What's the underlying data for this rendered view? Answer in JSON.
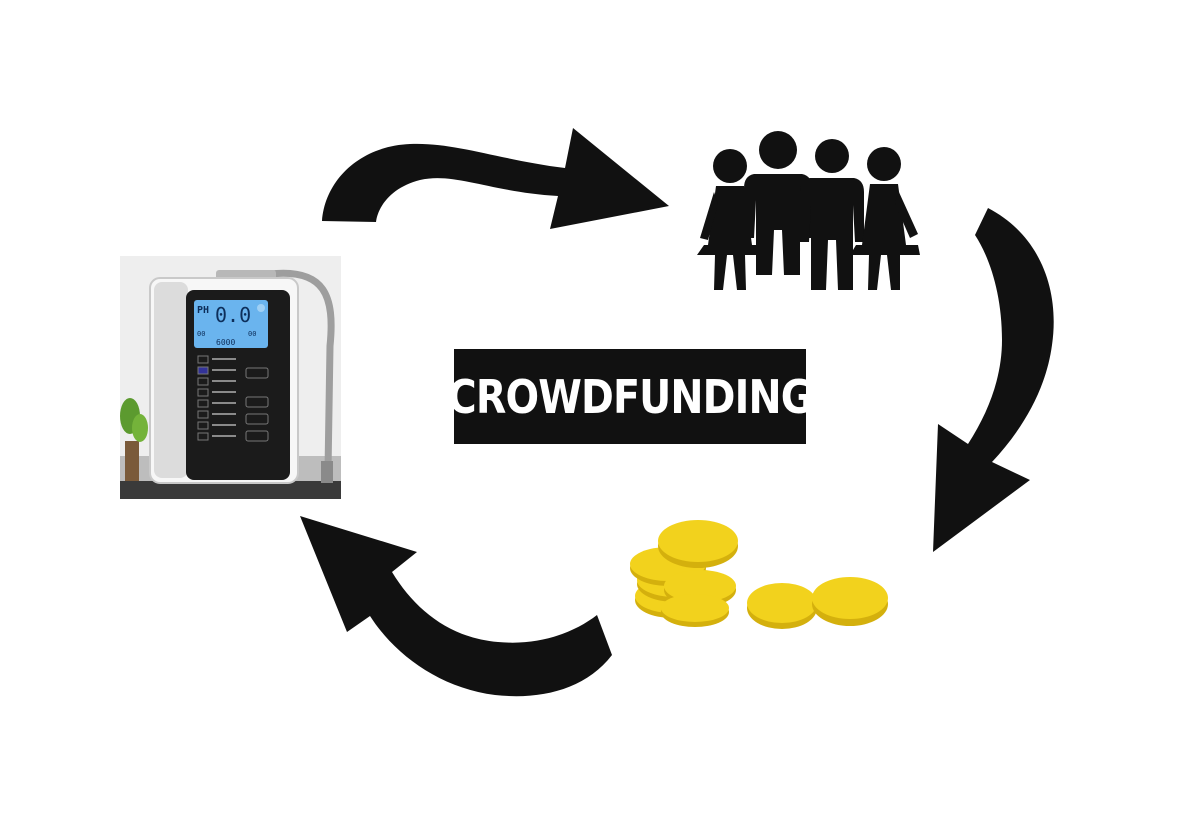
{
  "center_label": "CROWDFUNDING",
  "nodes": {
    "product": {
      "icon": "water-ionizer-icon",
      "lcd": {
        "ph_label": "PH",
        "ph_value": "0.0",
        "sub_value": "00",
        "sub_value_2": "00",
        "counter": "6000"
      }
    },
    "crowd": {
      "icon": "group-of-people-icon"
    },
    "money": {
      "icon": "gold-coins-icon"
    }
  },
  "flow": [
    "product",
    "crowd",
    "money",
    "product"
  ],
  "colors": {
    "arrow": "#111111",
    "label_bg": "#111111",
    "label_text": "#ffffff",
    "coin": "#f2d21d",
    "coin_edge": "#d4b00d",
    "lcd": "#6ab4ee"
  }
}
